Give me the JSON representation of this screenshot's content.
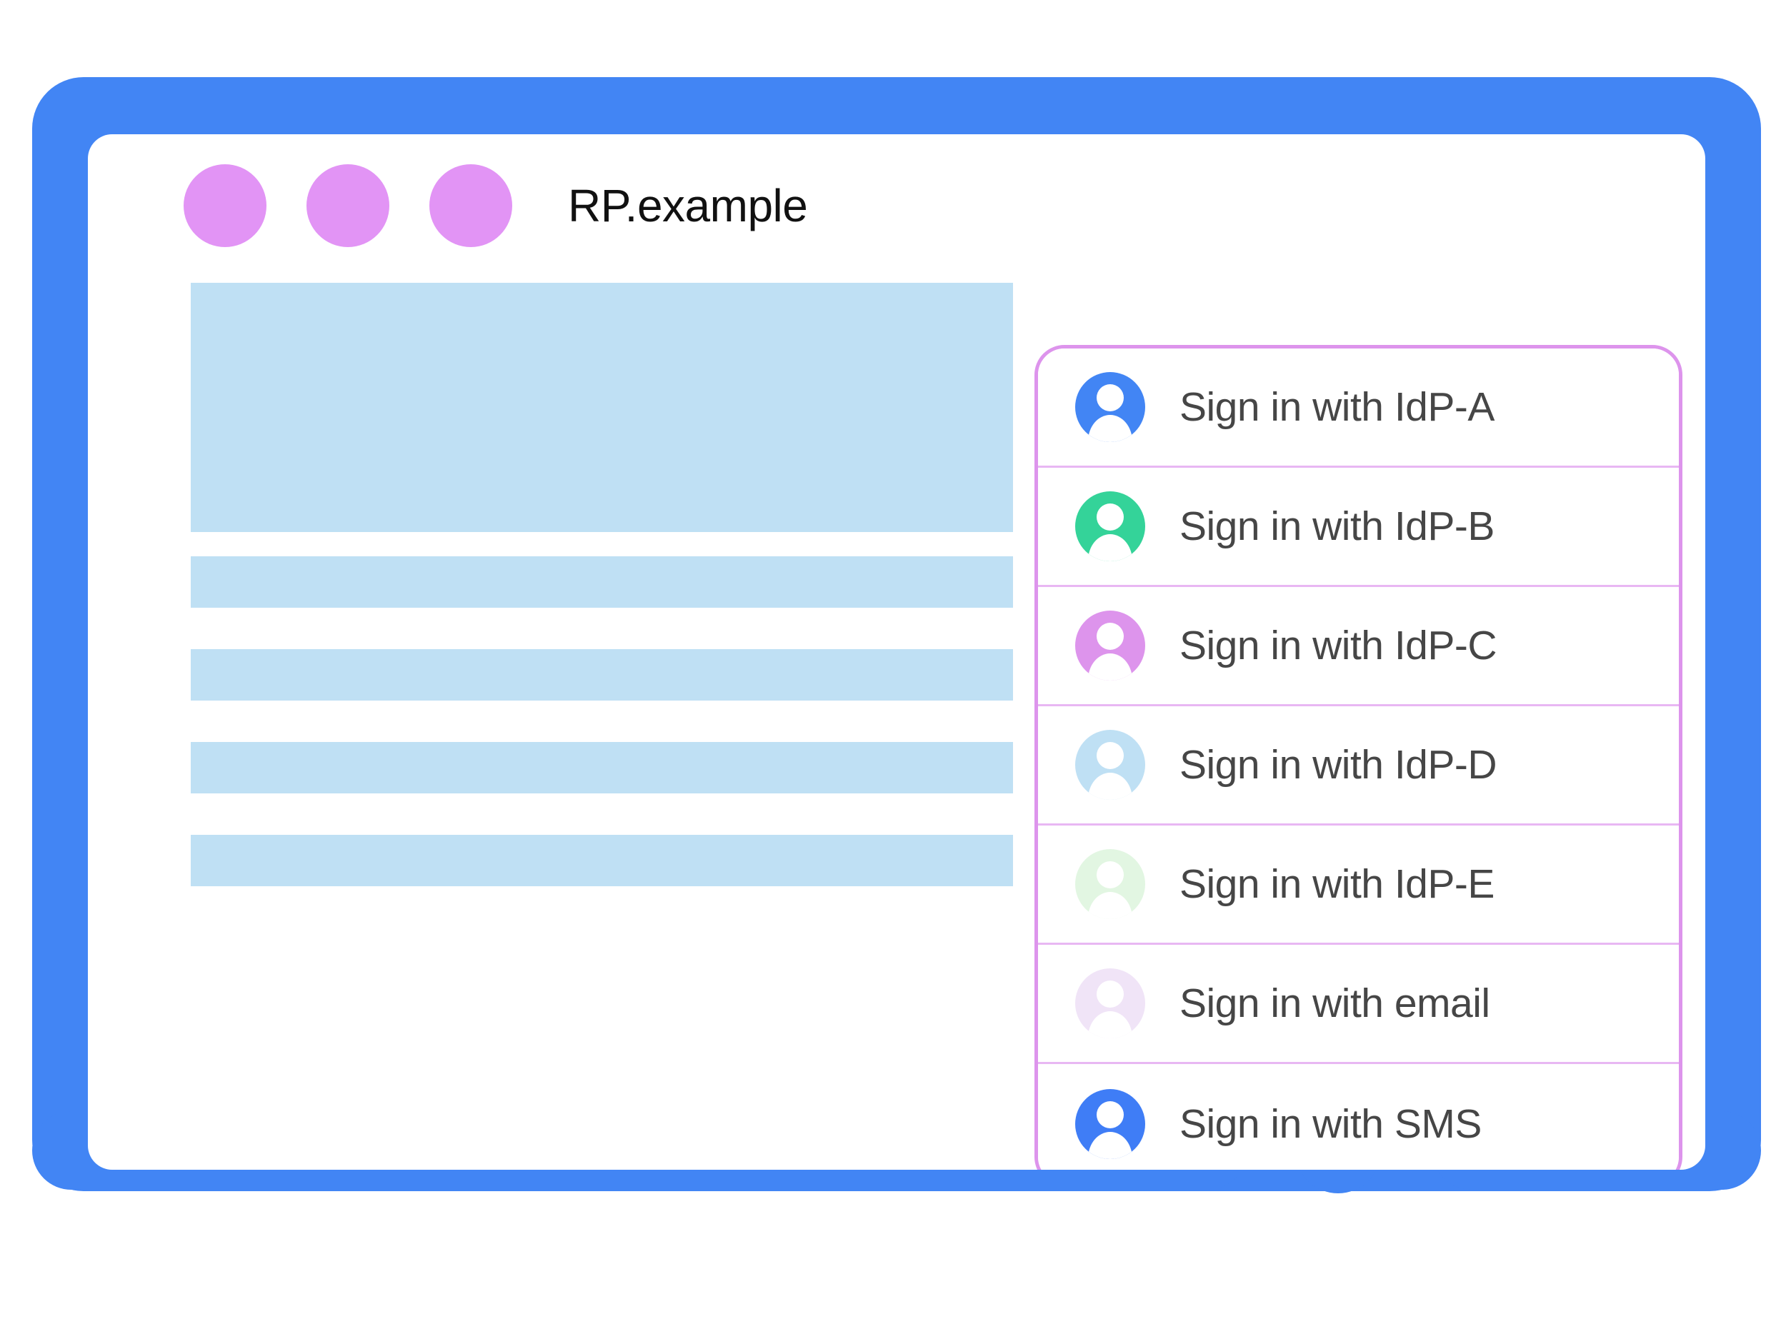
{
  "theme": {
    "device_frame_color": "#4285f4",
    "screen_background": "#ffffff",
    "titlebar_dot_color": "#e294f5",
    "skeleton_block_color": "#bfe0f4",
    "panel_border_color": "#dd94ec",
    "panel_divider_color": "#e8b7f3",
    "label_text_color": "#464646",
    "title_text_color": "#111111"
  },
  "device": {
    "name": "tablet-device-frame",
    "home_button_label": "home-button"
  },
  "browser": {
    "title": "RP.example",
    "window_dots": [
      {
        "name": "window-dot-1"
      },
      {
        "name": "window-dot-2"
      },
      {
        "name": "window-dot-3"
      }
    ]
  },
  "page_content": {
    "skeleton_blocks": [
      {
        "name": "content-placeholder-hero",
        "kind": "hero"
      },
      {
        "name": "content-placeholder-bar-1",
        "kind": "bar"
      },
      {
        "name": "content-placeholder-bar-2",
        "kind": "bar"
      },
      {
        "name": "content-placeholder-bar-3",
        "kind": "bar"
      },
      {
        "name": "content-placeholder-bar-4",
        "kind": "bar"
      }
    ]
  },
  "signin_panel": {
    "name": "account-chooser-panel",
    "options": [
      {
        "label": "Sign in with IdP-A",
        "icon": "account-avatar-icon",
        "avatar_color": "#4285f4",
        "key": "idp-a"
      },
      {
        "label": "Sign in with IdP-B",
        "icon": "account-avatar-icon",
        "avatar_color": "#34d399",
        "key": "idp-b"
      },
      {
        "label": "Sign in with IdP-C",
        "icon": "account-avatar-icon",
        "avatar_color": "#dd94ec",
        "key": "idp-c"
      },
      {
        "label": "Sign in with IdP-D",
        "icon": "account-avatar-icon",
        "avatar_color": "#bfe0f4",
        "key": "idp-d"
      },
      {
        "label": "Sign in with IdP-E",
        "icon": "account-avatar-icon",
        "avatar_color": "#e2f6e2",
        "key": "idp-e"
      },
      {
        "label": "Sign in with email",
        "icon": "account-avatar-icon",
        "avatar_color": "#f0e4f7",
        "key": "email"
      },
      {
        "label": "Sign in with SMS",
        "icon": "account-avatar-icon",
        "avatar_color": "#3f7df6",
        "key": "sms"
      }
    ]
  }
}
